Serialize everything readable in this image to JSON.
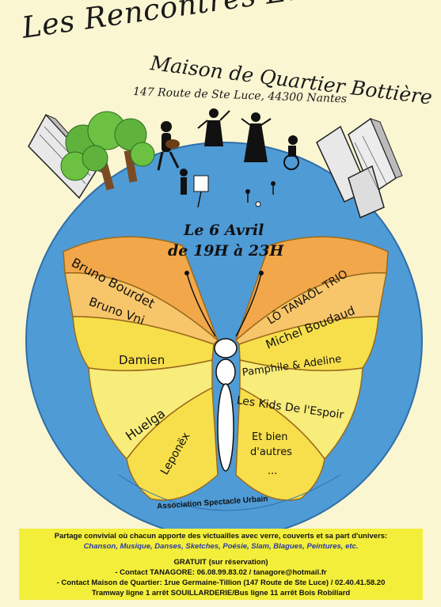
{
  "header": {
    "title": "Les Rencontres Enchantées",
    "venue": "Maison de Quartier Bottière",
    "address": "147 Route de Ste Luce, 44300 Nantes"
  },
  "event": {
    "date": "Le 6 Avril",
    "time": "de 19H à 23H"
  },
  "left_wing": [
    "Bruno Bourdet",
    "Bruno Vni",
    "Damien",
    "Huelga",
    "Leponëx"
  ],
  "right_wing": [
    "LÔ TANAÖL TRIO",
    "Michel Boudaud",
    "Pamphile & Adeline",
    "Les Kids De l'Espoir",
    "Et bien",
    "d'autres",
    "..."
  ],
  "organizer": "Association Spectacle Urbain",
  "info": {
    "line1": "Partage convivial où chacun apporte des victuailles avec verre, couverts et sa part d'univers:",
    "line2": "Chanson, Musique, Danses, Sketches, Poésie, Slam, Blagues, Peintures, etc.",
    "line3": "GRATUIT (sur réservation)",
    "line4": "- Contact TANAGORE: 06.08.99.83.02 / tanagore@hotmail.fr",
    "line5": "- Contact Maison de Quartier: 1rue Germaine-Tillion (147 Route de Ste Luce) / 02.40.41.58.20",
    "line6": "Tramway ligne 1 arrêt SOUILLARDERIE/Bus ligne 11 arrêt Bois Robillard"
  },
  "colors": {
    "globe": "#4f9bd6",
    "wing_orange": "#f2a84a",
    "wing_light_orange": "#f8c66a",
    "wing_yellow": "#f7df4c",
    "wing_pale_yellow": "#f8ec7a",
    "info_band": "#f3ee3a"
  }
}
